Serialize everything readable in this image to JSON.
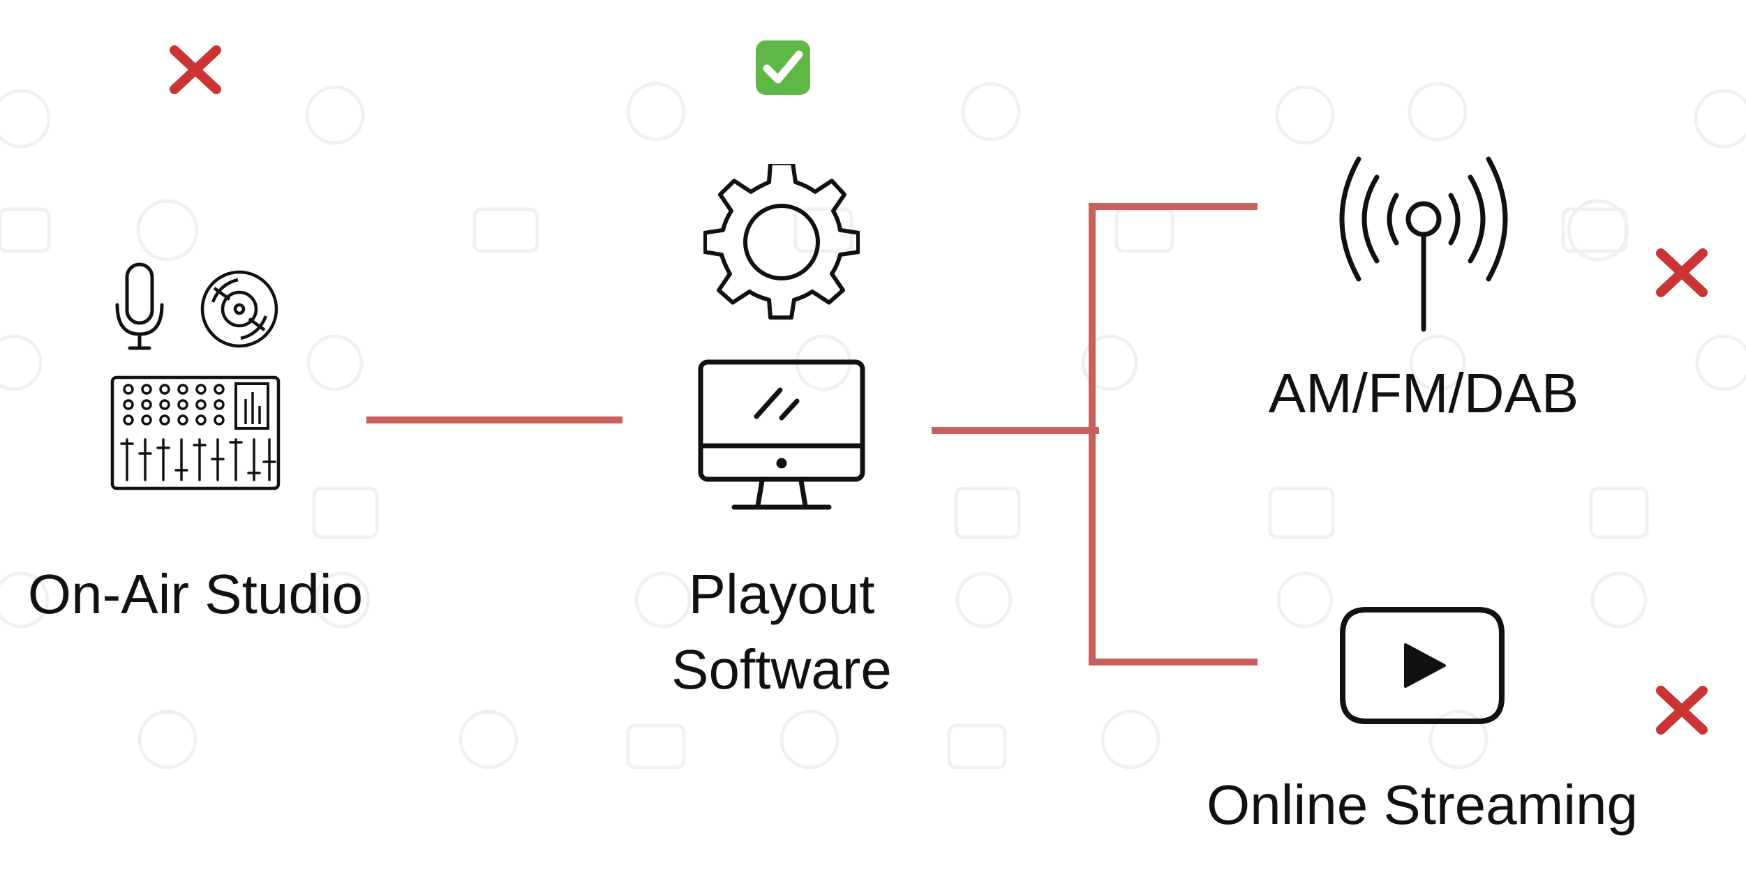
{
  "nodes": {
    "studio": {
      "label": "On-Air Studio",
      "status": "not-working"
    },
    "playout": {
      "label_line1": "Playout",
      "label_line2": "Software",
      "status": "working"
    },
    "broadcast": {
      "label": "AM/FM/DAB",
      "status": "not-working"
    },
    "streaming": {
      "label": "Online Streaming",
      "status": "not-working"
    }
  },
  "icons": {
    "studio": [
      "microphone-icon",
      "cd-disc-icon",
      "mixer-console-icon"
    ],
    "playout": [
      "gear-icon",
      "desktop-monitor-icon"
    ],
    "broadcast": [
      "radio-antenna-icon"
    ],
    "streaming": [
      "play-button-icon"
    ],
    "status": [
      "cross-mark-icon",
      "check-mark-icon"
    ]
  },
  "colors": {
    "connector": "#c9605c",
    "cross_mark": "#cc3333",
    "check_mark": "#5fb845",
    "icon_stroke": "#111111",
    "background_pattern": "#f2f2f2"
  }
}
